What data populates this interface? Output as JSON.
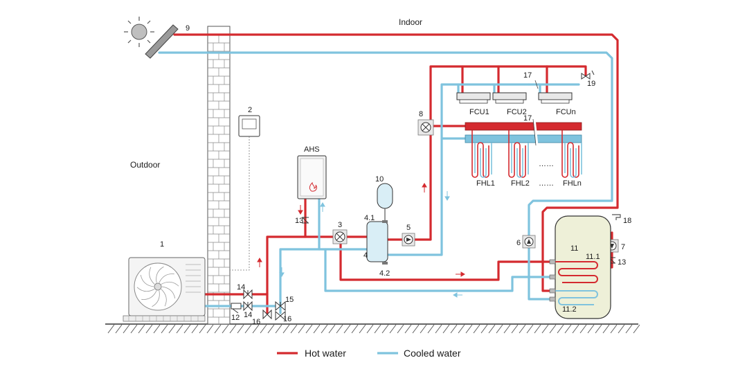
{
  "labels": {
    "indoor": "Indoor",
    "outdoor": "Outdoor",
    "ahs": "AHS",
    "fcu1": "FCU1",
    "fcu2": "FCU2",
    "fcun": "FCUn",
    "fhl1": "FHL1",
    "fhl2": "FHL2",
    "fhln": "FHLn",
    "dots": "……",
    "n1": "1",
    "n2": "2",
    "n3": "3",
    "n4": "4",
    "n41": "4.1",
    "n42": "4.2",
    "n5": "5",
    "n6": "6",
    "n7": "7",
    "n8": "8",
    "n9": "9",
    "n10": "10",
    "n11": "11",
    "n111": "11.1",
    "n112": "11.2",
    "n12": "12",
    "n13a": "13",
    "n13b": "13",
    "n14a": "14",
    "n14b": "14",
    "n15": "15",
    "n16a": "16",
    "n16b": "16",
    "n17a": "17",
    "n17b": "17",
    "n18": "18",
    "n19": "19"
  },
  "legend": {
    "hot": "Hot water",
    "cold": "Cooled water"
  },
  "colors": {
    "hot": "#d42a2f",
    "cold": "#7fc3de",
    "tank": "#eef0d8",
    "wall": "#ffffff"
  }
}
